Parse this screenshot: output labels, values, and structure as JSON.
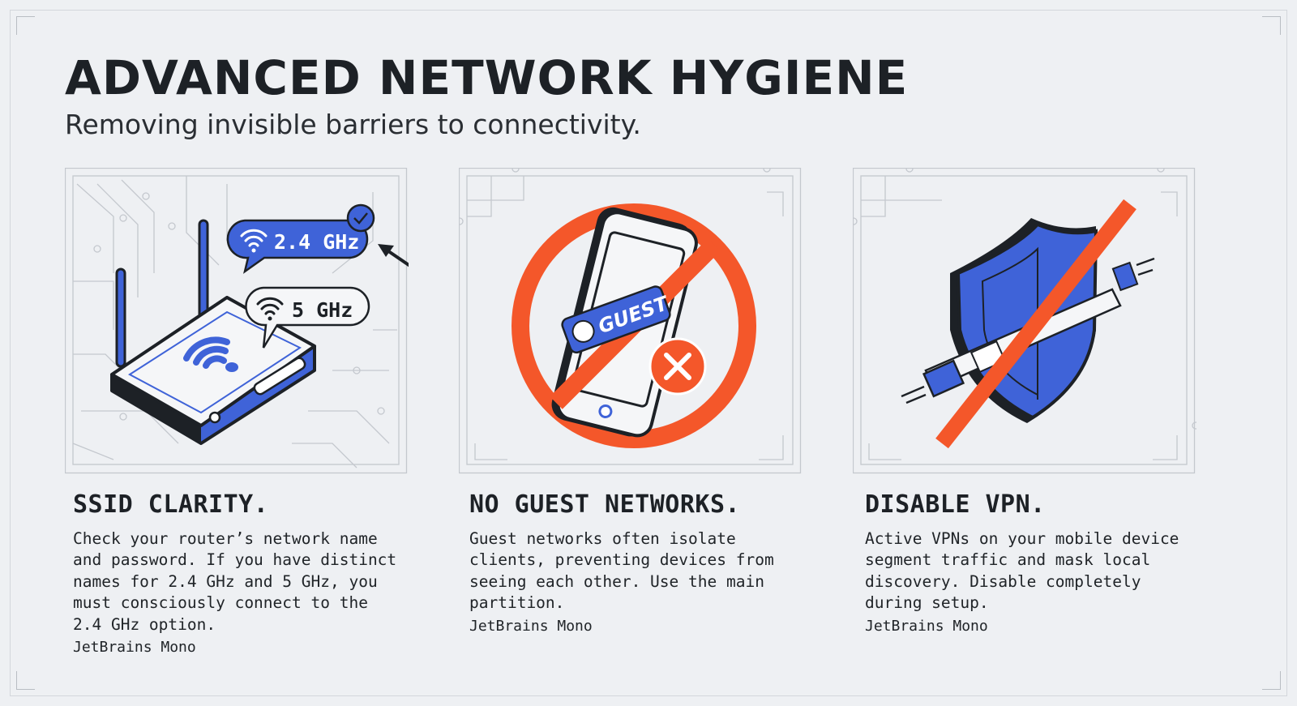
{
  "header": {
    "title": "ADVANCED NETWORK HYGIENE",
    "subtitle": "Removing invisible barriers to connectivity."
  },
  "colors": {
    "accent": "#3f63d8",
    "warning": "#f4572a",
    "ink": "#1d2126",
    "background": "#eef0f3"
  },
  "cards": [
    {
      "title": "SSID CLARITY.",
      "body": "Check your router’s network name\nand password. If you have distinct\nnames for 2.4 GHz and 5 GHz, you\nmust consciously connect to the\n2.4 GHz option.",
      "font_label": "JetBrains Mono",
      "illustration": {
        "badge_primary": "2.4 GHz",
        "badge_secondary": "5 GHz",
        "icons": [
          "router-icon",
          "wifi-icon",
          "check-icon",
          "arrow-icon"
        ]
      }
    },
    {
      "title": "NO GUEST NETWORKS.",
      "body": "Guest networks often isolate\nclients, preventing devices from\nseeing each other. Use the main\npartition.",
      "font_label": "JetBrains Mono",
      "illustration": {
        "badge": "GUEST",
        "icons": [
          "phone-icon",
          "prohibited-icon",
          "close-icon",
          "user-icon"
        ]
      }
    },
    {
      "title": "DISABLE VPN.",
      "body": "Active VPNs on your mobile device\nsegment traffic and mask local\ndiscovery. Disable completely\nduring setup.",
      "font_label": "JetBrains Mono",
      "illustration": {
        "icons": [
          "shield-icon",
          "envelope-icon",
          "strike-icon"
        ]
      }
    }
  ]
}
